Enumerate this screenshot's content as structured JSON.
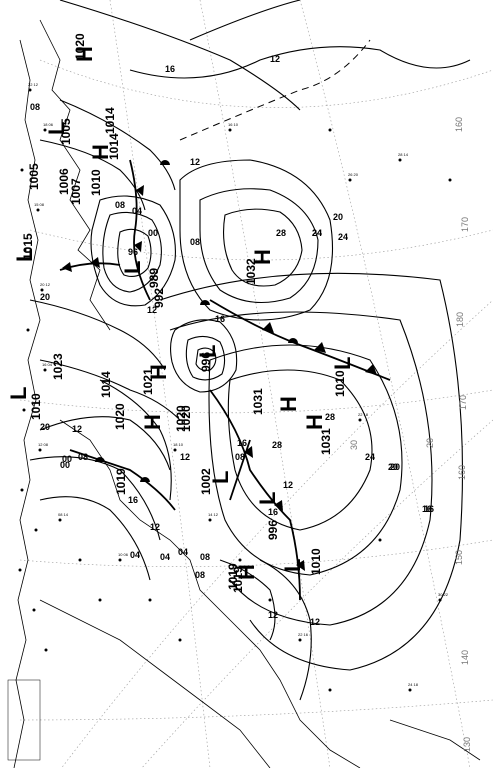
{
  "pressure_centers": [
    {
      "type": "H",
      "value": "1020"
    },
    {
      "type": "H",
      "value": "1032"
    },
    {
      "type": "H",
      "value": "1031"
    },
    {
      "type": "H",
      "value": "1031"
    },
    {
      "type": "H",
      "value": "1021"
    },
    {
      "type": "H",
      "value": "1020"
    },
    {
      "type": "H",
      "value": "1019"
    },
    {
      "type": "L",
      "value": "989"
    },
    {
      "type": "L",
      "value": "992"
    },
    {
      "type": "L",
      "value": "996"
    },
    {
      "type": "L",
      "value": "1002"
    },
    {
      "type": "L",
      "value": "996"
    },
    {
      "type": "L",
      "value": "1010"
    },
    {
      "type": "L",
      "value": "1010"
    },
    {
      "type": "L",
      "value": "1005"
    },
    {
      "type": "L",
      "value": "1014"
    },
    {
      "type": "L",
      "value": "1015"
    },
    {
      "type": "L",
      "value": "1023"
    },
    {
      "type": "L",
      "value": "1014"
    },
    {
      "type": "L",
      "value": "1020"
    },
    {
      "type": "L",
      "value": "1020"
    },
    {
      "type": "L",
      "value": "1019"
    },
    {
      "type": "L",
      "value": "1019"
    },
    {
      "type": "L",
      "value": "1010"
    },
    {
      "type": "L",
      "value": "1007"
    },
    {
      "type": "L",
      "value": "1006"
    },
    {
      "type": "L",
      "value": "1005"
    },
    {
      "type": "L",
      "value": "1010"
    },
    {
      "type": "L",
      "value": "1014"
    }
  ],
  "isobar_labels": [
    "12",
    "16",
    "20",
    "24",
    "28",
    "28",
    "24",
    "20",
    "16",
    "12",
    "08",
    "04",
    "00",
    "96",
    "08",
    "12",
    "16",
    "20",
    "24",
    "28",
    "16",
    "12",
    "08",
    "04",
    "00",
    "08",
    "12",
    "16",
    "20",
    "12",
    "08",
    "04",
    "12",
    "16",
    "08",
    "04",
    "00",
    "08",
    "12",
    "24",
    "20",
    "16",
    "12"
  ],
  "longitude_labels": [
    "160",
    "170",
    "180",
    "170",
    "160",
    "150",
    "140",
    "130",
    "20",
    "30"
  ],
  "lang": "en"
}
